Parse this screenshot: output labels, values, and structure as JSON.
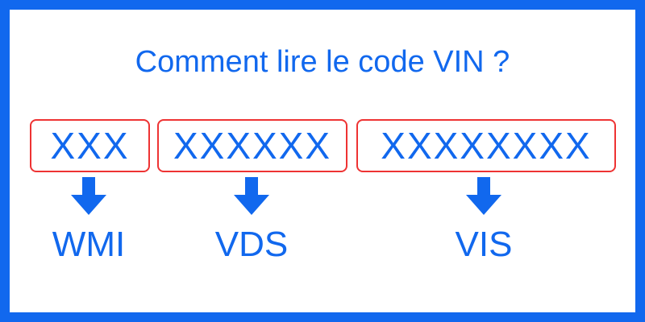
{
  "title": "Comment lire le code VIN ?",
  "colors": {
    "primary": "#1168ee",
    "box_border": "#ee3333",
    "background": "#ffffff"
  },
  "segments": [
    {
      "code": "XXX",
      "label": "WMI"
    },
    {
      "code": "XXXXXX",
      "label": "VDS"
    },
    {
      "code": "XXXXXXXX",
      "label": "VIS"
    }
  ]
}
